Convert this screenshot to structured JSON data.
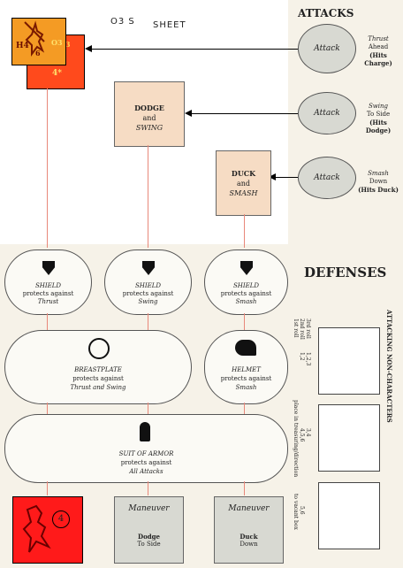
{
  "header": {
    "left_code": "O3 S",
    "sheet": "SHEET",
    "attacks": "ATTACKS",
    "defenses": "DEFENSES"
  },
  "counters": {
    "top_a": "H4",
    "top_b": "6",
    "top_code": "O3",
    "top2_a": "4*",
    "top2_b": "O3",
    "bottom_num": "4"
  },
  "attacks": [
    {
      "name": "Attack",
      "l1": "Thrust",
      "l2": "Ahead",
      "l3": "(Hits Charge)"
    },
    {
      "name": "Attack",
      "l1": "Swing",
      "l2": "To Side",
      "l3": "(Hits Dodge)"
    },
    {
      "name": "Attack",
      "l1": "Smash",
      "l2": "Down",
      "l3": "(Hits Duck)"
    }
  ],
  "boxes": [
    {
      "l1": "DODGE",
      "l2": "and",
      "l3": "SWING"
    },
    {
      "l1": "DUCK",
      "l2": "and",
      "l3": "SMASH"
    }
  ],
  "shields": [
    {
      "l1": "SHIELD",
      "l2": "protects against",
      "l3": "Thrust"
    },
    {
      "l1": "SHIELD",
      "l2": "protects against",
      "l3": "Swing"
    },
    {
      "l1": "SHIELD",
      "l2": "protects against",
      "l3": "Smash"
    }
  ],
  "breastplate": {
    "l1": "BREASTPLATE",
    "l2": "protects against",
    "l3": "Thrust and Swing"
  },
  "helmet": {
    "l1": "HELMET",
    "l2": "protects against",
    "l3": "Smash"
  },
  "armor": {
    "l1": "SUIT OF ARMOR",
    "l2": "protects against",
    "l3": "All Attacks"
  },
  "side": {
    "title": "ATTACKING NON-CHARACTERS",
    "roll1": "1st roll",
    "roll2": "2nd roll",
    "roll3": "3rd roll",
    "r12": "1,2",
    "r123": "1,2,3",
    "r34": "3,4",
    "r456": "4,5,6",
    "r56": "5,6",
    "note1": "place in treasuring/direction",
    "note2": "to vacant box"
  },
  "maneuvers": [
    {
      "title": "Maneuver",
      "l1": "Dodge",
      "l2": "To Side"
    },
    {
      "title": "Maneuver",
      "l1": "Duck",
      "l2": "Down"
    }
  ]
}
